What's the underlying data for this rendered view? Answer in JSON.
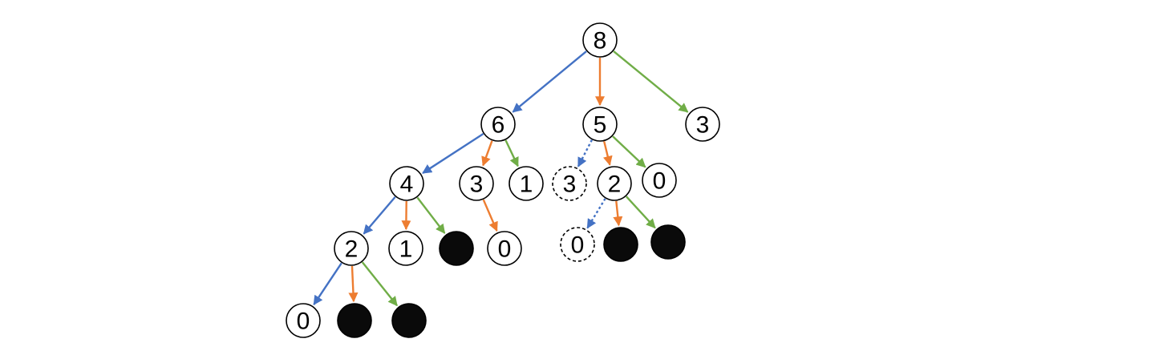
{
  "colors": {
    "blue": "#4472C4",
    "orange": "#ED7D31",
    "green": "#70AD47",
    "node_stroke": "#000000",
    "node_fill_solid": "#0a0a0a"
  },
  "nodes": [
    {
      "id": "n8",
      "label": "8",
      "style": "normal"
    },
    {
      "id": "n6",
      "label": "6",
      "style": "normal"
    },
    {
      "id": "n5",
      "label": "5",
      "style": "normal"
    },
    {
      "id": "n3a",
      "label": "3",
      "style": "normal"
    },
    {
      "id": "n4",
      "label": "4",
      "style": "normal"
    },
    {
      "id": "n3b",
      "label": "3",
      "style": "normal"
    },
    {
      "id": "n1a",
      "label": "1",
      "style": "normal"
    },
    {
      "id": "n3c",
      "label": "3",
      "style": "dashed"
    },
    {
      "id": "n2a",
      "label": "2",
      "style": "normal"
    },
    {
      "id": "n0a",
      "label": "0",
      "style": "normal"
    },
    {
      "id": "n2b",
      "label": "2",
      "style": "normal"
    },
    {
      "id": "n1b",
      "label": "1",
      "style": "normal"
    },
    {
      "id": "nfa",
      "label": "",
      "style": "filled"
    },
    {
      "id": "n0b",
      "label": "0",
      "style": "normal"
    },
    {
      "id": "n0c",
      "label": "0",
      "style": "dashed"
    },
    {
      "id": "nfb",
      "label": "",
      "style": "filled"
    },
    {
      "id": "nfc",
      "label": "",
      "style": "filled"
    },
    {
      "id": "n0d",
      "label": "0",
      "style": "normal"
    },
    {
      "id": "nfd",
      "label": "",
      "style": "filled"
    },
    {
      "id": "nfe",
      "label": "",
      "style": "filled"
    }
  ],
  "edges": [
    {
      "from": "n8",
      "to": "n6",
      "color": "blue",
      "style": "solid"
    },
    {
      "from": "n8",
      "to": "n5",
      "color": "orange",
      "style": "solid"
    },
    {
      "from": "n8",
      "to": "n3a",
      "color": "green",
      "style": "solid"
    },
    {
      "from": "n6",
      "to": "n4",
      "color": "blue",
      "style": "solid"
    },
    {
      "from": "n6",
      "to": "n3b",
      "color": "orange",
      "style": "solid"
    },
    {
      "from": "n6",
      "to": "n1a",
      "color": "green",
      "style": "solid"
    },
    {
      "from": "n5",
      "to": "n3c",
      "color": "blue",
      "style": "dotted"
    },
    {
      "from": "n5",
      "to": "n2a",
      "color": "orange",
      "style": "solid"
    },
    {
      "from": "n5",
      "to": "n0a",
      "color": "green",
      "style": "solid"
    },
    {
      "from": "n4",
      "to": "n2b",
      "color": "blue",
      "style": "solid"
    },
    {
      "from": "n4",
      "to": "n1b",
      "color": "orange",
      "style": "solid"
    },
    {
      "from": "n4",
      "to": "nfa",
      "color": "green",
      "style": "solid"
    },
    {
      "from": "n3b",
      "to": "n0b",
      "color": "orange",
      "style": "solid"
    },
    {
      "from": "n2a",
      "to": "n0c",
      "color": "blue",
      "style": "dotted"
    },
    {
      "from": "n2a",
      "to": "nfb",
      "color": "orange",
      "style": "solid"
    },
    {
      "from": "n2a",
      "to": "nfc",
      "color": "green",
      "style": "solid"
    },
    {
      "from": "n2b",
      "to": "n0d",
      "color": "blue",
      "style": "solid"
    },
    {
      "from": "n2b",
      "to": "nfd",
      "color": "orange",
      "style": "solid"
    },
    {
      "from": "n2b",
      "to": "nfe",
      "color": "green",
      "style": "solid"
    }
  ]
}
